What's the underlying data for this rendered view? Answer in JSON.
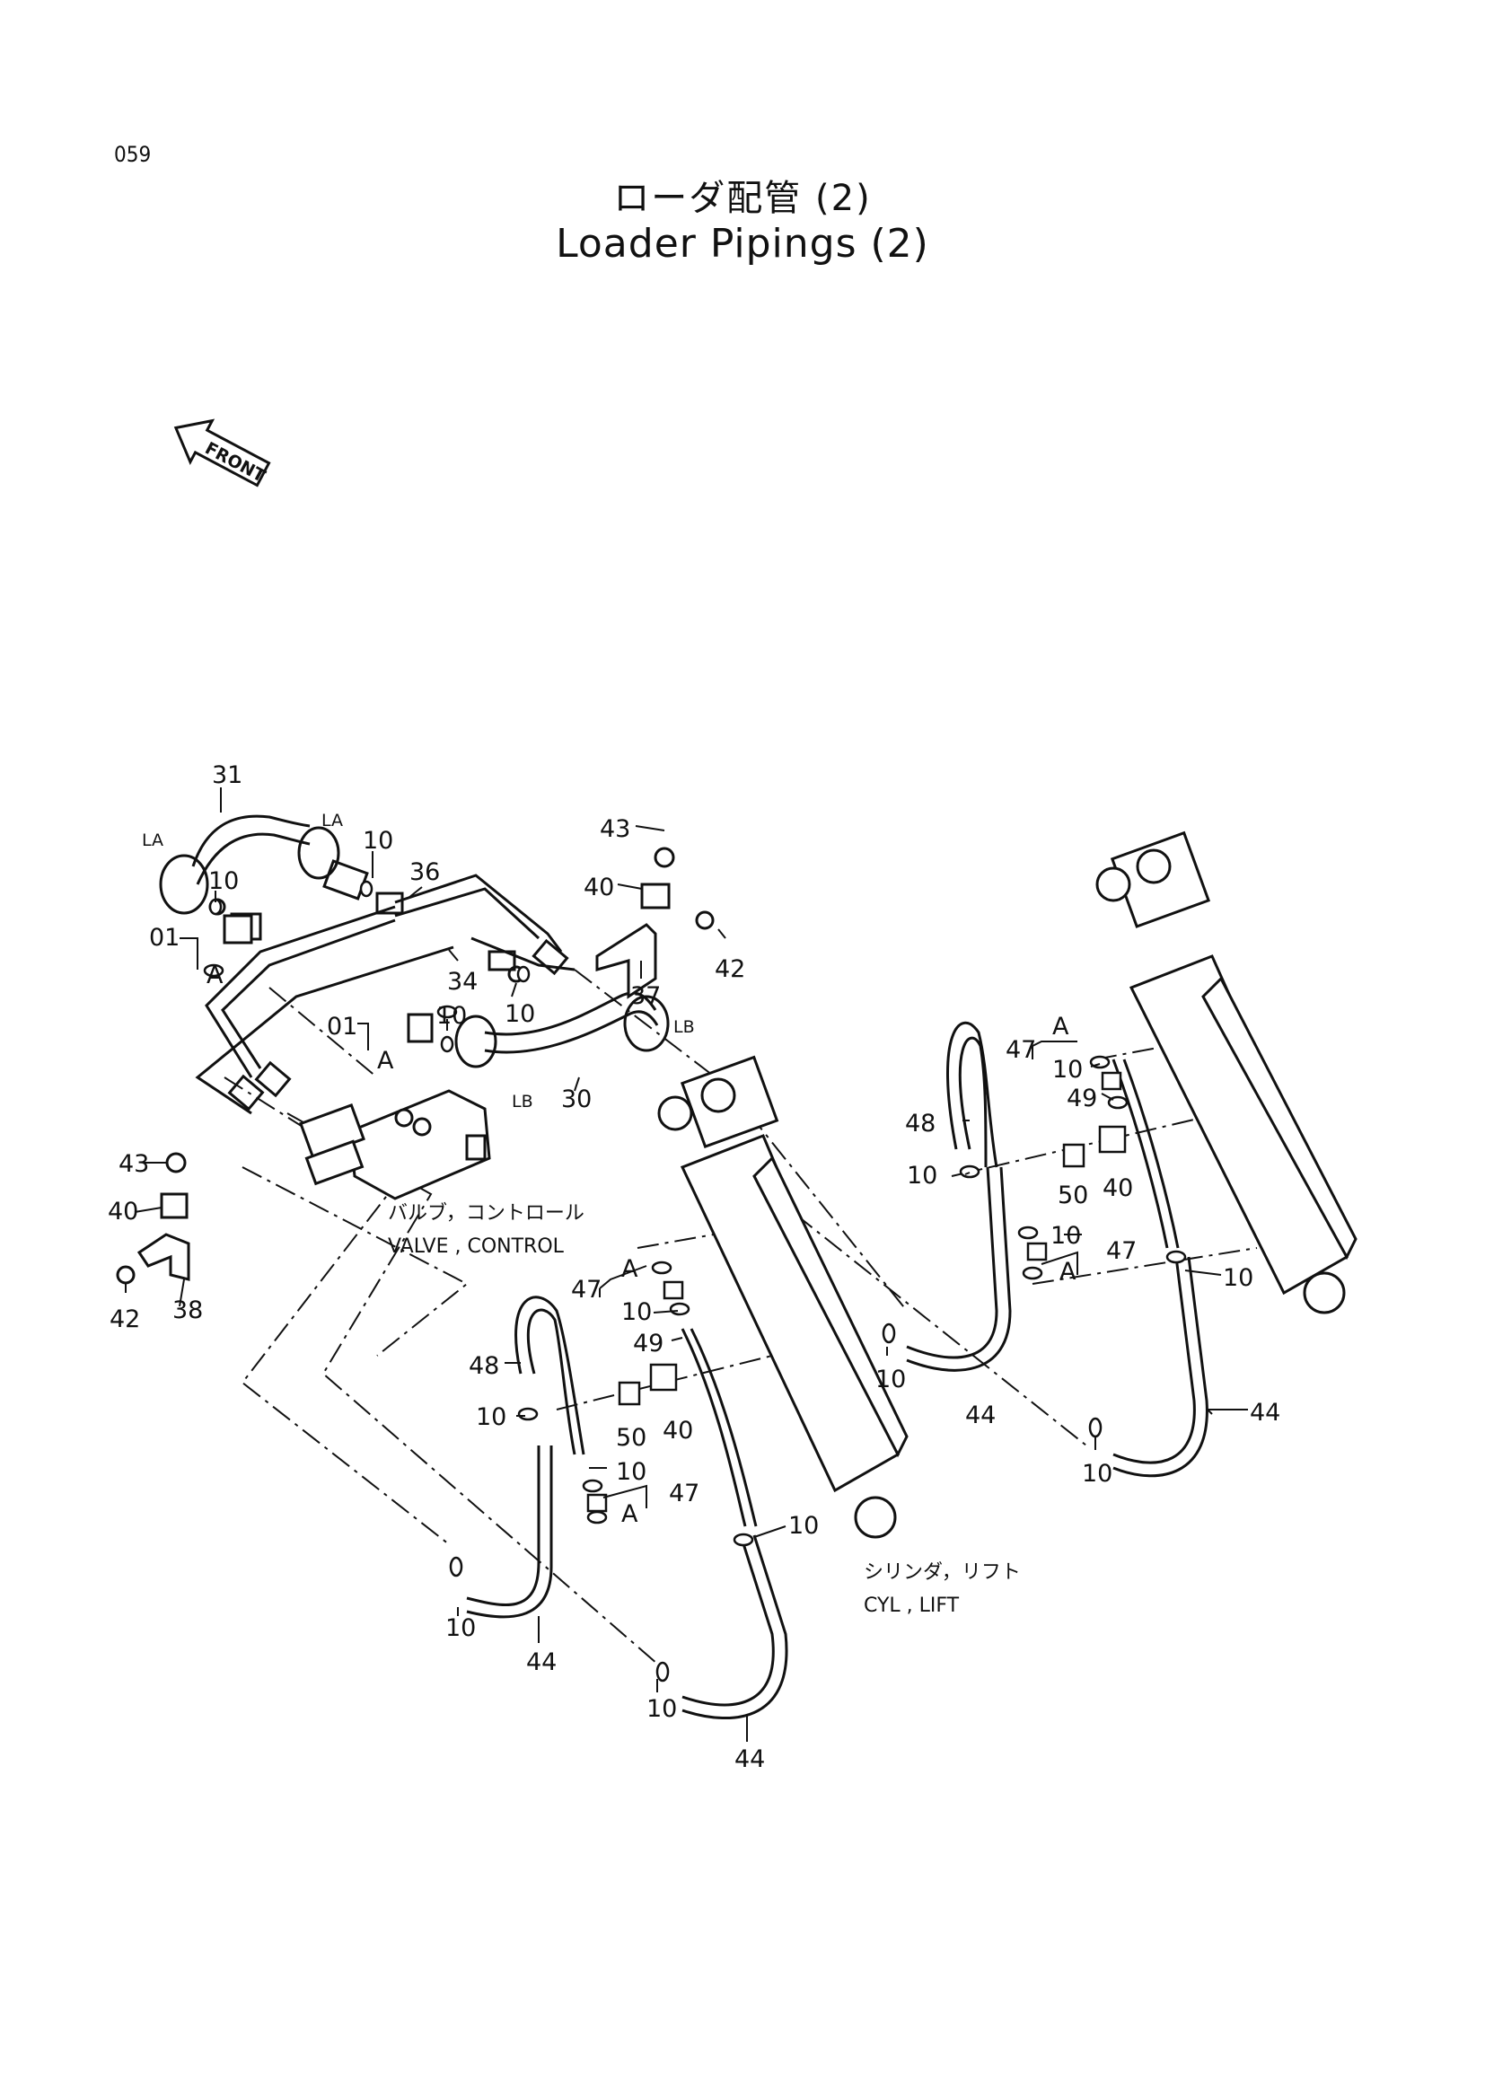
{
  "page_number": "059",
  "title_jp": "ローダ配管 (2)",
  "title_en": "Loader Pipings (2)",
  "front_label": "FRONT",
  "captions": {
    "valve_jp": "バルブ，コントロール",
    "valve_en": "VALVE , CONTROL",
    "cyl_jp": "シリンダ，リフト",
    "cyl_en": "CYL , LIFT"
  },
  "port_labels": {
    "la": "LA",
    "lb": "LB"
  },
  "group_label": "A",
  "part_numbers": {
    "p01": "01",
    "p10": "10",
    "p30": "30",
    "p31": "31",
    "p34": "34",
    "p36": "36",
    "p37": "37",
    "p38": "38",
    "p40": "40",
    "p42": "42",
    "p43": "43",
    "p44": "44",
    "p47": "47",
    "p48": "48",
    "p49": "49",
    "p50": "50"
  }
}
